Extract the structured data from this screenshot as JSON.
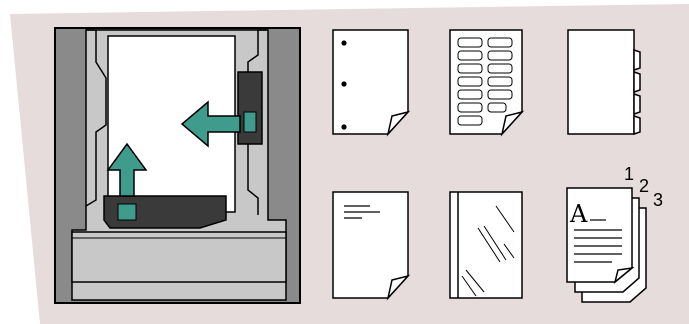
{
  "icons": [
    {
      "name": "tray-loading-illustration"
    },
    {
      "name": "hole-punched-paper-icon"
    },
    {
      "name": "label-sheet-icon"
    },
    {
      "name": "tab-stock-icon"
    },
    {
      "name": "plain-paper-icon"
    },
    {
      "name": "transparency-icon"
    },
    {
      "name": "collated-copies-icon"
    }
  ],
  "collated": {
    "letter": "A",
    "numbers": [
      "1",
      "2",
      "3"
    ]
  },
  "colors": {
    "background": "#e6dcdb",
    "tray_frame": "#8a8a8a",
    "tray_inner": "#c8c8c8",
    "guide_dark": "#3a3a3a",
    "arrow_green": "#3f9c8c",
    "paper": "#ffffff",
    "outline": "#000000"
  }
}
